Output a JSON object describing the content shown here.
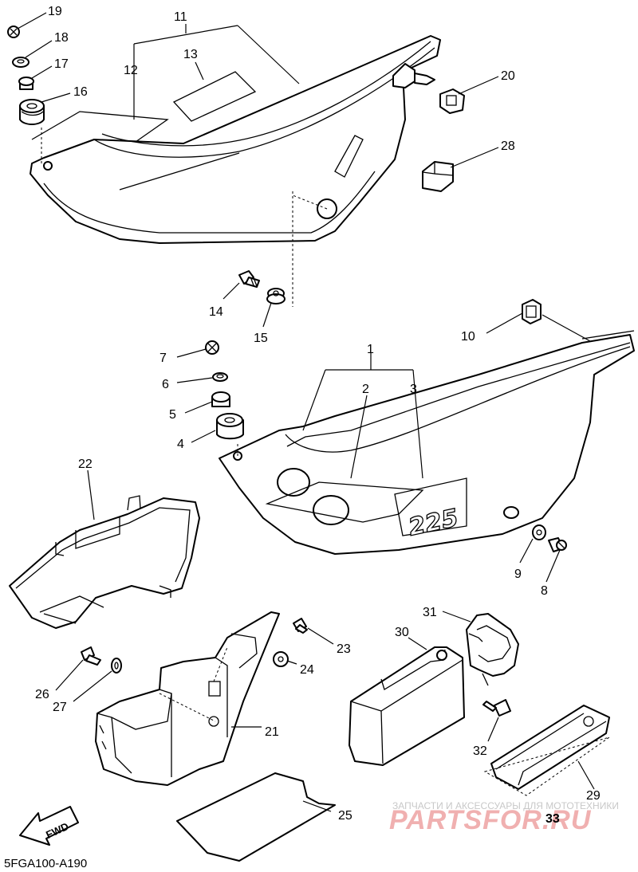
{
  "labels": {
    "n1": "1",
    "n2": "2",
    "n3": "3",
    "n4": "4",
    "n5": "5",
    "n6": "6",
    "n7": "7",
    "n8": "8",
    "n9": "9",
    "n10": "10",
    "n11": "11",
    "n12": "12",
    "n13": "13",
    "n14": "14",
    "n15": "15",
    "n16": "16",
    "n17": "17",
    "n18": "18",
    "n19": "19",
    "n20": "20",
    "n21": "21",
    "n22": "22",
    "n23": "23",
    "n24": "24",
    "n25": "25",
    "n26": "26",
    "n27": "27",
    "n28": "28",
    "n29": "29",
    "n30": "30",
    "n31": "31",
    "n32": "32",
    "n33": "33"
  },
  "decal_text": "225",
  "fwd_label": "FWD",
  "diagram_code": "5FGA100-A190",
  "watermark": {
    "tagline": "ЗАПЧАСТИ И АКСЕССУАРЫ ДЛЯ МОТОТЕХНИКИ",
    "brand": "PARTSFOR.RU"
  }
}
